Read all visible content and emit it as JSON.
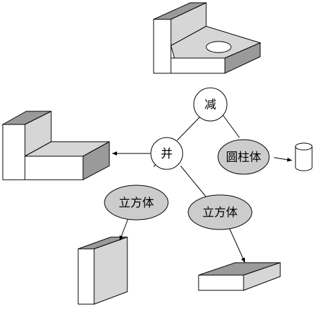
{
  "nodes": {
    "subtract": {
      "label": "减"
    },
    "union": {
      "label": "并"
    },
    "cylinder": {
      "label": "圆柱体"
    },
    "cuboid_left": {
      "label": "立方体"
    },
    "cuboid_right": {
      "label": "立方体"
    }
  },
  "colors": {
    "face_light": "#ffffff",
    "face_mid": "#d6d6d6",
    "face_dark": "#9a9a9a",
    "ellipse_fill": "#cccccc",
    "stroke": "#000000"
  }
}
